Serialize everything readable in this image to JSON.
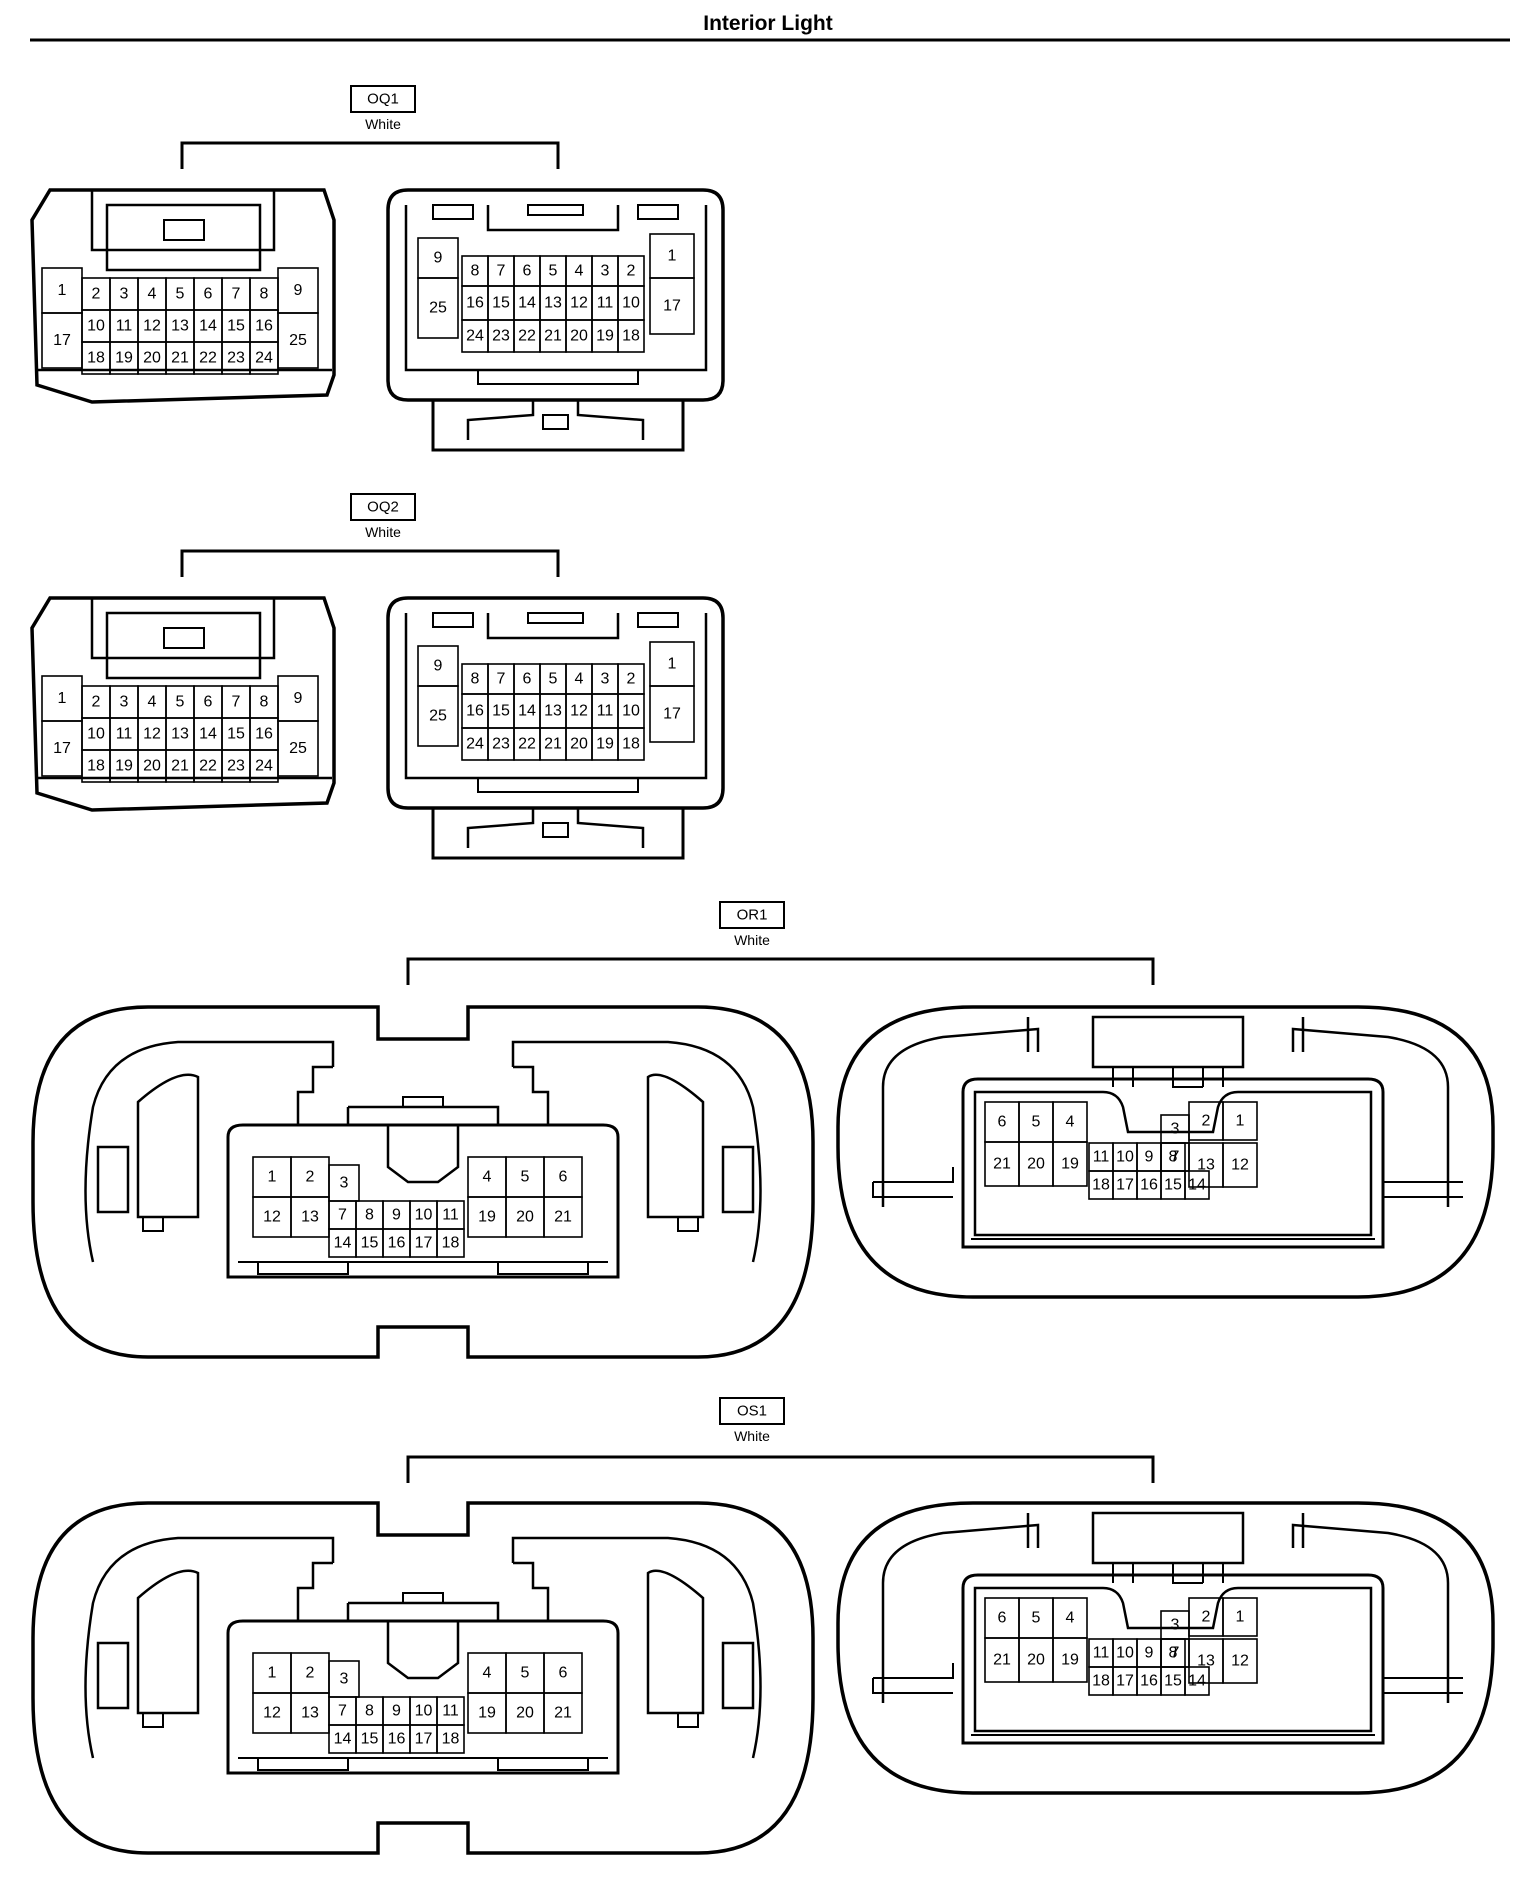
{
  "title": "Interior Light",
  "connectors": [
    {
      "id": "OQ1",
      "color": "White",
      "left": {
        "pins": [
          "1",
          "2",
          "3",
          "4",
          "5",
          "6",
          "7",
          "8",
          "9",
          "10",
          "11",
          "12",
          "13",
          "14",
          "15",
          "16",
          "17",
          "18",
          "19",
          "20",
          "21",
          "22",
          "23",
          "24",
          "25"
        ]
      },
      "right": {
        "pins": [
          "9",
          "8",
          "7",
          "6",
          "5",
          "4",
          "3",
          "2",
          "1",
          "25",
          "16",
          "15",
          "14",
          "13",
          "12",
          "11",
          "10",
          "17",
          "24",
          "23",
          "22",
          "21",
          "20",
          "19",
          "18"
        ]
      }
    },
    {
      "id": "OQ2",
      "color": "White",
      "left": {
        "pins": [
          "1",
          "2",
          "3",
          "4",
          "5",
          "6",
          "7",
          "8",
          "9",
          "10",
          "11",
          "12",
          "13",
          "14",
          "15",
          "16",
          "17",
          "18",
          "19",
          "20",
          "21",
          "22",
          "23",
          "24",
          "25"
        ]
      },
      "right": {
        "pins": [
          "9",
          "8",
          "7",
          "6",
          "5",
          "4",
          "3",
          "2",
          "1",
          "25",
          "16",
          "15",
          "14",
          "13",
          "12",
          "11",
          "10",
          "17",
          "24",
          "23",
          "22",
          "21",
          "20",
          "19",
          "18"
        ]
      }
    },
    {
      "id": "OR1",
      "color": "White",
      "left": {
        "pins": [
          "1",
          "2",
          "3",
          "4",
          "5",
          "6",
          "7",
          "8",
          "9",
          "10",
          "11",
          "12",
          "13",
          "14",
          "15",
          "16",
          "17",
          "18",
          "19",
          "20",
          "21"
        ]
      },
      "right": {
        "pins": [
          "6",
          "5",
          "4",
          "3",
          "2",
          "1",
          "21",
          "20",
          "19",
          "11",
          "10",
          "9",
          "8",
          "7",
          "13",
          "12",
          "18",
          "17",
          "16",
          "15",
          "14"
        ]
      }
    },
    {
      "id": "OS1",
      "color": "White",
      "left": {
        "pins": [
          "1",
          "2",
          "3",
          "4",
          "5",
          "6",
          "7",
          "8",
          "9",
          "10",
          "11",
          "12",
          "13",
          "14",
          "15",
          "16",
          "17",
          "18",
          "19",
          "20",
          "21"
        ]
      },
      "right": {
        "pins": [
          "6",
          "5",
          "4",
          "3",
          "2",
          "1",
          "21",
          "20",
          "19",
          "11",
          "10",
          "9",
          "8",
          "7",
          "13",
          "12",
          "18",
          "17",
          "16",
          "15",
          "14"
        ]
      }
    }
  ]
}
